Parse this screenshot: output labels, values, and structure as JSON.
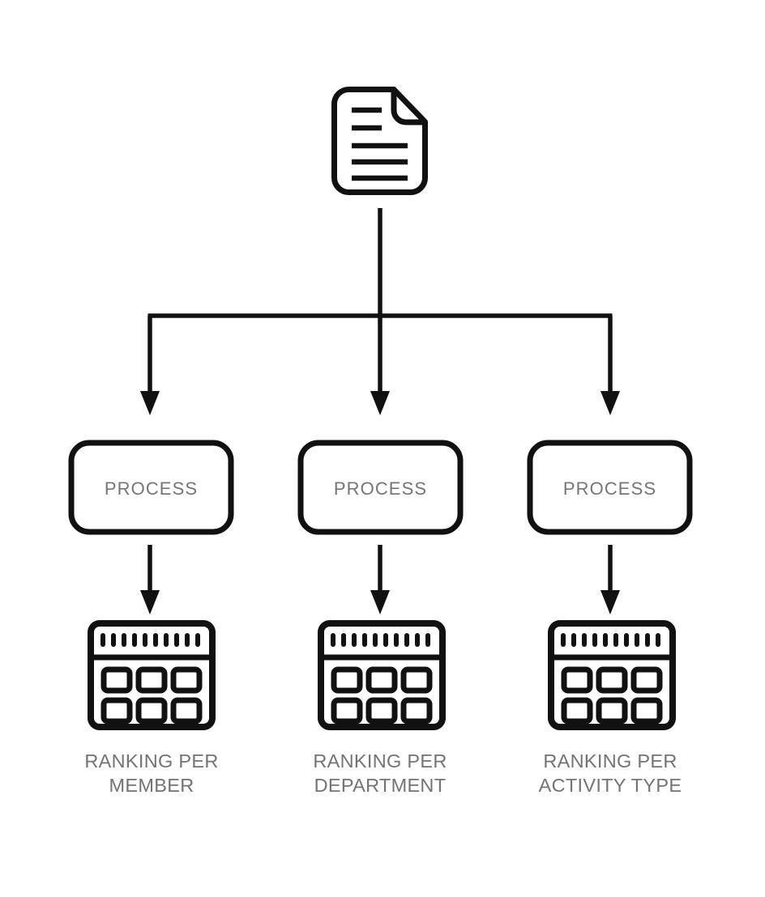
{
  "diagram": {
    "title": "Process flow: source document to three rankings",
    "background_color": "#ffffff",
    "stroke_color": "#111111",
    "label_color": "#737373",
    "source": {
      "icon_name": "document-icon",
      "label": ""
    },
    "branches": [
      {
        "process": {
          "label": "PROCESS",
          "icon_name": "process-box"
        },
        "result": {
          "icon_name": "calendar-table-icon",
          "label": "RANKING PER\nMEMBER"
        }
      },
      {
        "process": {
          "label": "PROCESS",
          "icon_name": "process-box"
        },
        "result": {
          "icon_name": "calendar-table-icon",
          "label": "RANKING PER\nDEPARTMENT"
        }
      },
      {
        "process": {
          "label": "PROCESS",
          "icon_name": "process-box"
        },
        "result": {
          "icon_name": "calendar-table-icon",
          "label": "RANKING PER\nACTIVITY TYPE"
        }
      }
    ]
  }
}
